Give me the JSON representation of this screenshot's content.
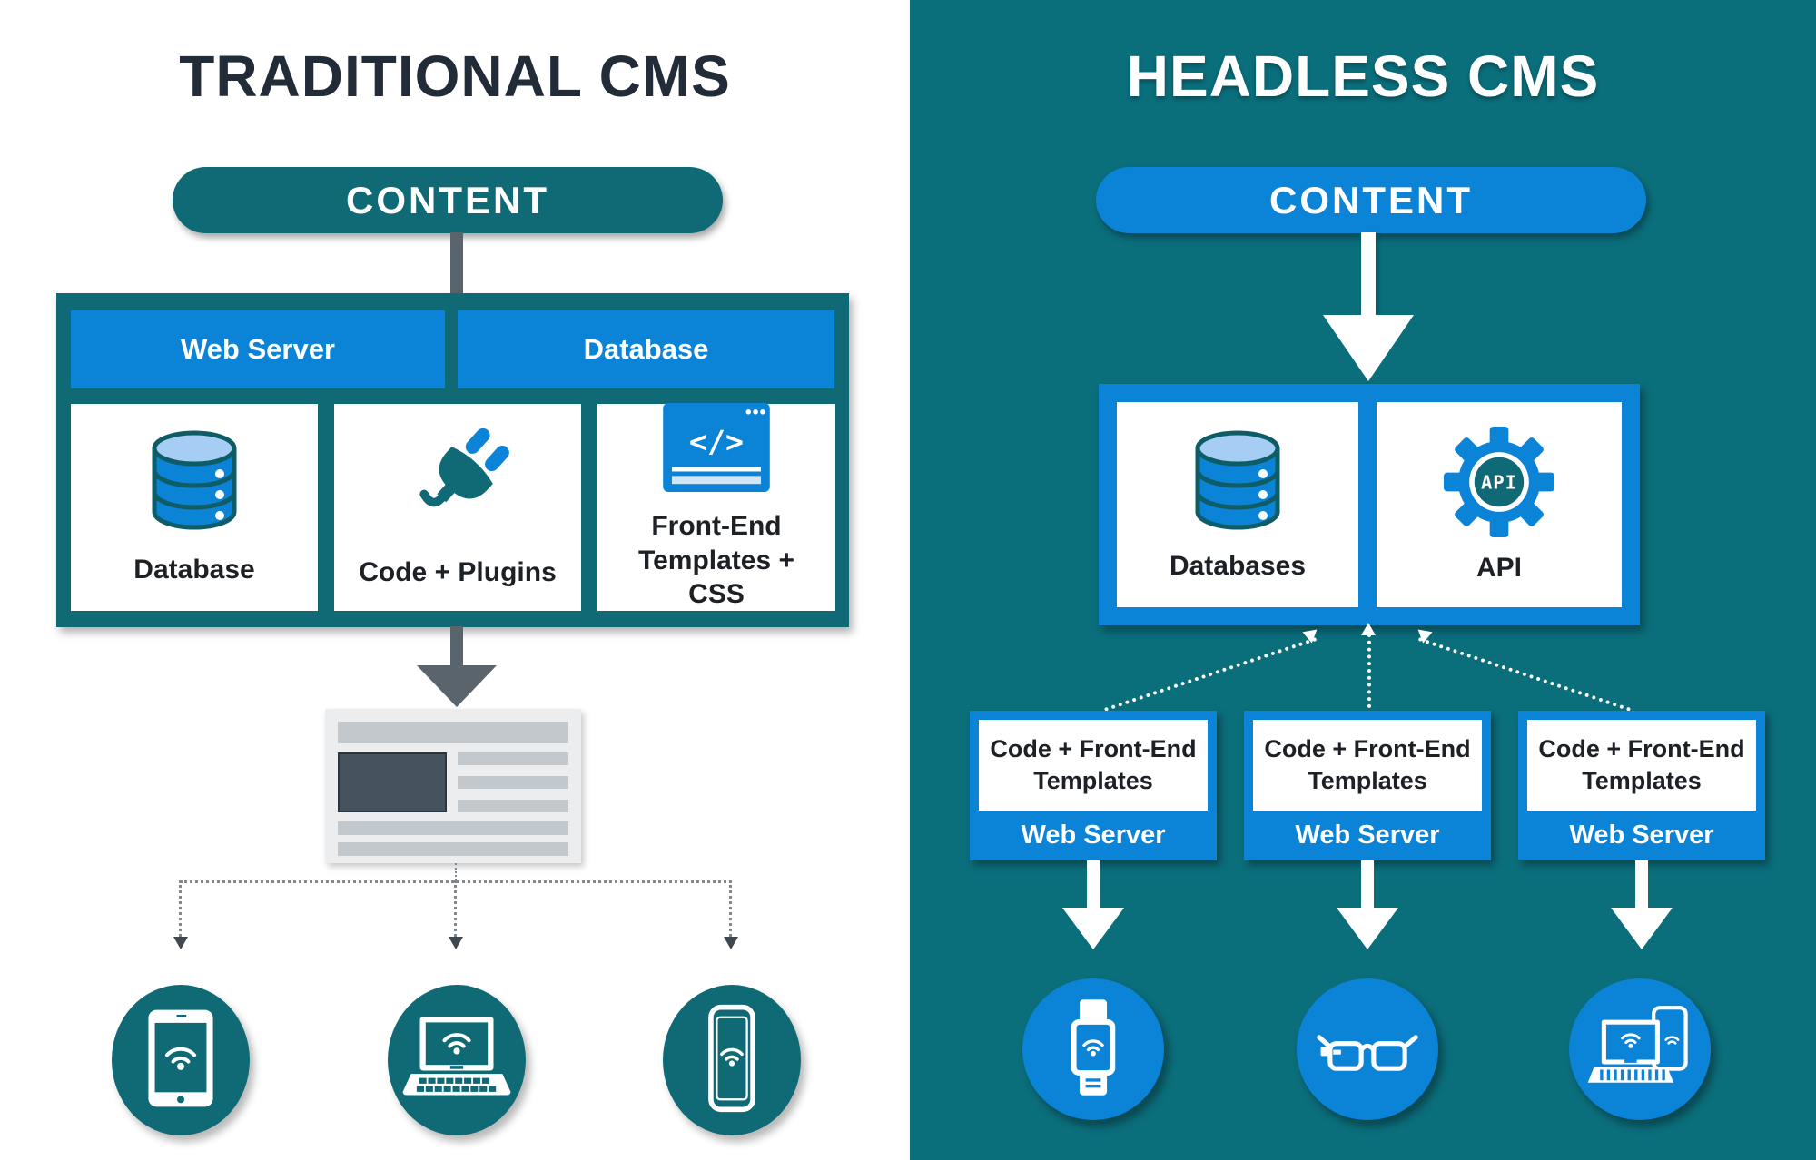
{
  "colors": {
    "teal_panel": "#0b6e7b",
    "teal_accent": "#0f6a76",
    "blue_accent": "#0b84d8",
    "light_blue": "#a6cdf4",
    "arrow_gray": "#5a646d",
    "dark_title": "#222b38"
  },
  "left": {
    "title": "TRADITIONAL CMS",
    "content_pill": "CONTENT",
    "headers": [
      {
        "label": "Web Server"
      },
      {
        "label": "Database"
      }
    ],
    "cards": [
      {
        "icon": "database-icon",
        "label": "Database"
      },
      {
        "icon": "plug-icon",
        "label": "Code + Plugins"
      },
      {
        "icon": "code-window-icon",
        "label": "Front-End Templates + CSS"
      }
    ],
    "devices": [
      {
        "icon": "tablet-icon"
      },
      {
        "icon": "laptop-icon"
      },
      {
        "icon": "smartphone-icon"
      }
    ]
  },
  "right": {
    "title": "HEADLESS CMS",
    "content_pill": "CONTENT",
    "cards": [
      {
        "icon": "databases-icon",
        "label": "Databases"
      },
      {
        "icon": "api-gear-icon",
        "label": "API",
        "icon_badge": "API"
      }
    ],
    "servers": [
      {
        "label": "Code + Front-End Templates",
        "footer": "Web Server"
      },
      {
        "label": "Code + Front-End Templates",
        "footer": "Web Server"
      },
      {
        "label": "Code + Front-End Templates",
        "footer": "Web Server"
      }
    ],
    "devices": [
      {
        "icon": "smartwatch-icon"
      },
      {
        "icon": "smart-glasses-icon"
      },
      {
        "icon": "laptop-phone-icon"
      }
    ]
  }
}
